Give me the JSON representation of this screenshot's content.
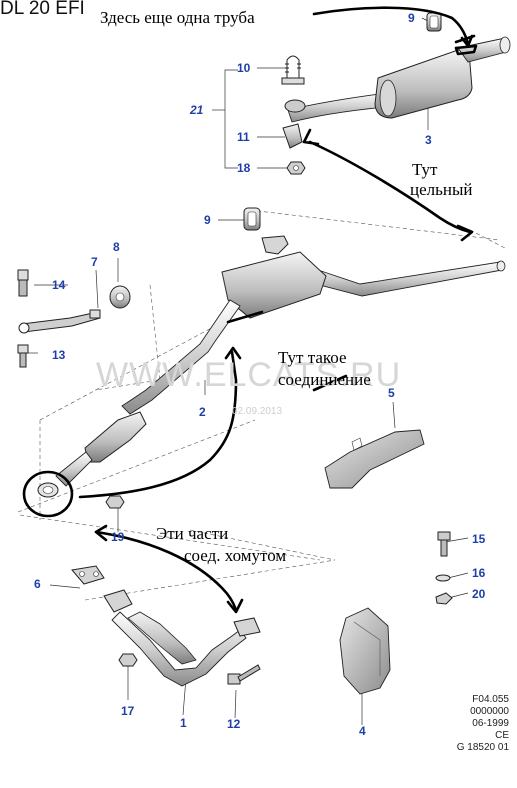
{
  "title": "DL 20 EFI",
  "annotations": {
    "pipe_note": "Здесь еще одна труба",
    "solid_1": "Тут",
    "solid_2": "цельный",
    "joint_1": "Тут такое",
    "joint_2": "соединнение",
    "clamp_1": "Эти части",
    "clamp_2": "соед. хомутом"
  },
  "watermark": {
    "text": "WWW.ELCATS.RU",
    "date": "02.09.2013"
  },
  "parts": {
    "p1": "1",
    "p2": "2",
    "p3": "3",
    "p4": "4",
    "p5": "5",
    "p6": "6",
    "p7": "7",
    "p8": "8",
    "p9a": "9",
    "p9b": "9",
    "p10": "10",
    "p11": "11",
    "p12": "12",
    "p13": "13",
    "p14": "14",
    "p15": "15",
    "p16": "16",
    "p17": "17",
    "p18": "18",
    "p19": "19",
    "p20": "20",
    "p21": "21"
  },
  "ref_codes": [
    "F04.055",
    "0000000",
    "06-1999",
    "CE",
    "G 18520 01"
  ],
  "colors": {
    "part_number": "#1f3fa8",
    "ink": "#000000"
  }
}
